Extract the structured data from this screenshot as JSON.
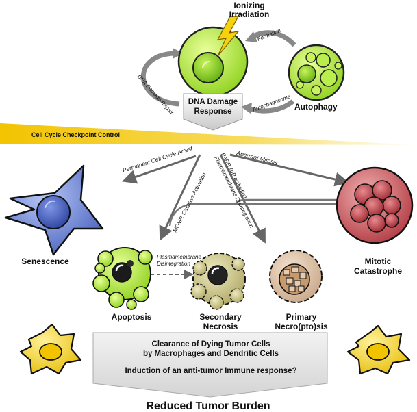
{
  "top": {
    "trigger": [
      "Ionizing",
      "Irradiation"
    ],
    "ddr_label": [
      "DNA Damage",
      "Response"
    ],
    "autophagy_label": "Autophagy",
    "arrow_formation": "Formation",
    "arrow_autophagosome": "Autophagosome",
    "arrow_dna_repair": "DNA Damage Repair"
  },
  "checkpoint": {
    "label": "Cell Cycle Checkpoint Control",
    "color": "#f2c400"
  },
  "pathways": {
    "permanent_arrest": "Permanent Cell Cycle Arrest",
    "aberrant_mitosis": "Aberrant Mitosis",
    "momp": "MOMP, Caspase Activation",
    "parp": "PARP, RIP activation",
    "pm_disintegration_right": "Plasmamembrane Disintegration",
    "pm_disintegration_mid": [
      "Plasmamembrane",
      "Disintegration"
    ]
  },
  "fates": {
    "senescence": "Senescence",
    "mitotic_catastrophe": [
      "Mitotic",
      "Catastrophe"
    ],
    "apoptosis": "Apoptosis",
    "secondary_necrosis": [
      "Secondary",
      "Necrosis"
    ],
    "primary_necrosis": [
      "Primary",
      "Necro(pto)sis"
    ]
  },
  "clearance": {
    "line1": "Clearance of Dying Tumor Cells",
    "line2": "by Macrophages and Dendritic Cells",
    "line3": "Induction of an anti-tumor Immune response?"
  },
  "outcome": "Reduced Tumor Burden",
  "colors": {
    "green": "#a8e62e",
    "senescence_blue": "#5b74c8",
    "mitotic_red": "#b8474e",
    "immune_yellow": "#f5d21f",
    "necrosis_olive": "#c8c27a"
  }
}
